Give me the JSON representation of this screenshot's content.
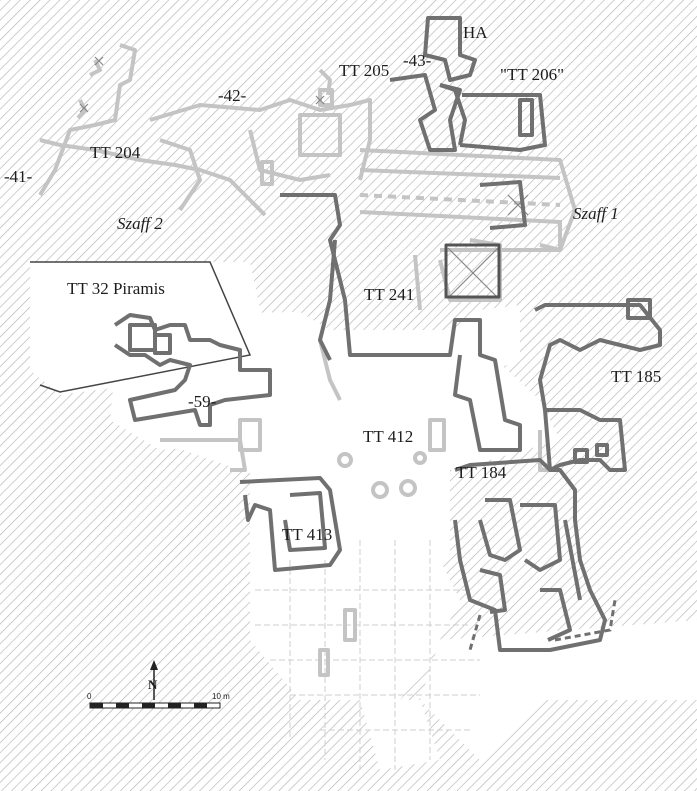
{
  "labels": {
    "ha": "HA",
    "n43": "-43-",
    "tt205": "TT 205",
    "tt206": "\"TT 206\"",
    "n42": "-42-",
    "n41": "-41-",
    "tt204": "TT 204",
    "szaff2": "Szaff 2",
    "szaff1": "Szaff 1",
    "tt32": "TT 32 Piramis",
    "tt241": "TT 241",
    "tt185": "TT 185",
    "n59": "-59-",
    "tt412": "TT 412",
    "tt184": "TT 184",
    "tt413": "TT 413"
  },
  "scale": {
    "start": "0",
    "end": "10 m",
    "north": "N"
  },
  "colors": {
    "hatch": "#b4b4b4",
    "wall_dark": "#707070",
    "wall_light": "#c4c4c4",
    "grid": "#cfcfcf"
  }
}
